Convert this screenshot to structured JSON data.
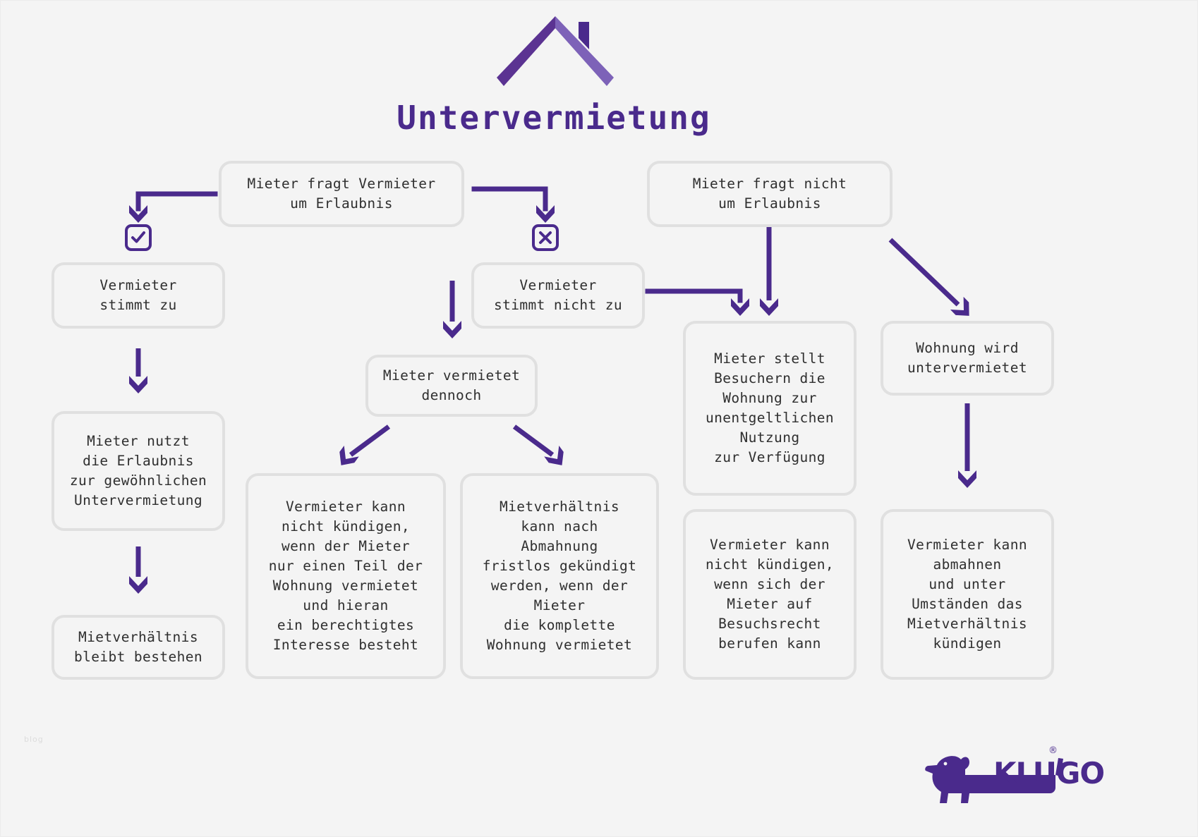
{
  "title": "Untervermietung",
  "brand": {
    "accent": "#4a2a8c",
    "accent_light": "#7d62b8",
    "box_border": "#e0e0e0",
    "background": "#f4f4f4",
    "text": "#2f2f2f",
    "logo_name": "KLUGO",
    "logo_registered": "®",
    "watermark": "blog"
  },
  "icons": {
    "roof": "house-roof-icon",
    "check": "checkbox-checked-icon",
    "cross": "checkbox-crossed-icon",
    "dog": "dachshund-icon"
  },
  "nodes": {
    "ask_permission": "Mieter fragt Vermieter\num Erlaubnis",
    "no_permission": "Mieter fragt nicht\num Erlaubnis",
    "landlord_agrees": "Vermieter\nstimmt zu",
    "landlord_disagrees": "Vermieter\nstimmt nicht zu",
    "tenant_sublets_anyway": "Mieter vermietet\ndennoch",
    "tenant_uses_permission": "Mieter nutzt\ndie Erlaubnis\nzur gewöhnlichen\nUntervermietung",
    "tenancy_remains": "Mietverhältnis\nbleibt bestehen",
    "cannot_terminate_partial": "Vermieter kann\nnicht kündigen,\nwenn der Mieter\nnur einen Teil der\nWohnung vermietet\nund hieran\nein berechtigtes\nInteresse besteht",
    "termination_after_warning": "Mietverhältnis\nkann nach\nAbmahnung\nfristlos gekündigt\nwerden, wenn der\nMieter\ndie komplette\nWohnung vermietet",
    "free_use_visitors": "Mieter stellt\nBesuchern die\nWohnung zur\nunentgeltlichen\nNutzung\nzur Verfügung",
    "apartment_sublet": "Wohnung wird\nuntervermietet",
    "cannot_terminate_visitors": "Vermieter kann\nnicht kündigen,\nwenn sich der\nMieter auf\nBesuchsrecht\nberufen kann",
    "can_warn_and_terminate": "Vermieter kann\nabmahnen\nund unter\nUmständen das\nMietverhältnis\nkündigen"
  }
}
